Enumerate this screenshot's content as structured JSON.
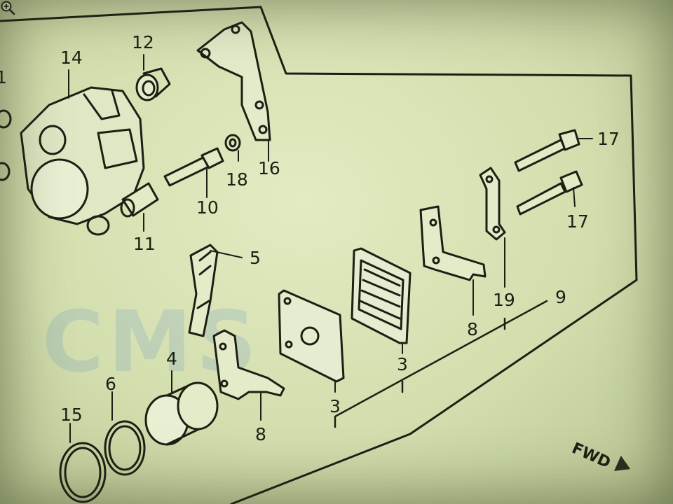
{
  "diagram": {
    "labels": {
      "p14": "14",
      "p12": "12",
      "p16": "16",
      "p18": "18",
      "p10": "10",
      "p11": "11",
      "p17a": "17",
      "p17b": "17",
      "p5": "5",
      "p19": "19",
      "p9": "9",
      "p8a": "8",
      "p3a": "3",
      "p3b": "3",
      "p4": "4",
      "p6": "6",
      "p15": "15",
      "p8b": "8",
      "p1": "1"
    },
    "direction_label": "FWD",
    "cursor": "zoom-in-cursor-icon",
    "watermark": "CMS"
  },
  "colors": {
    "line": "#1c2014",
    "paper": "#dbe4b8",
    "watermark": "#7aa0be"
  }
}
